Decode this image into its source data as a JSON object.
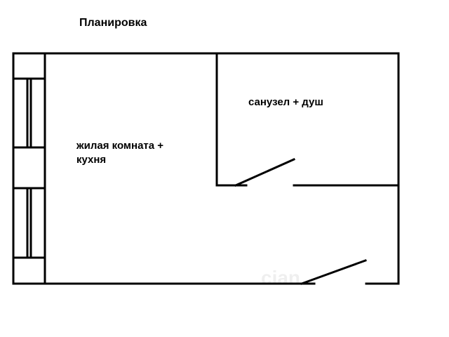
{
  "title": "Планировка",
  "rooms": {
    "living": "жилая комната + кухня",
    "bathroom": "санузел + душ"
  },
  "watermark": "cian"
}
